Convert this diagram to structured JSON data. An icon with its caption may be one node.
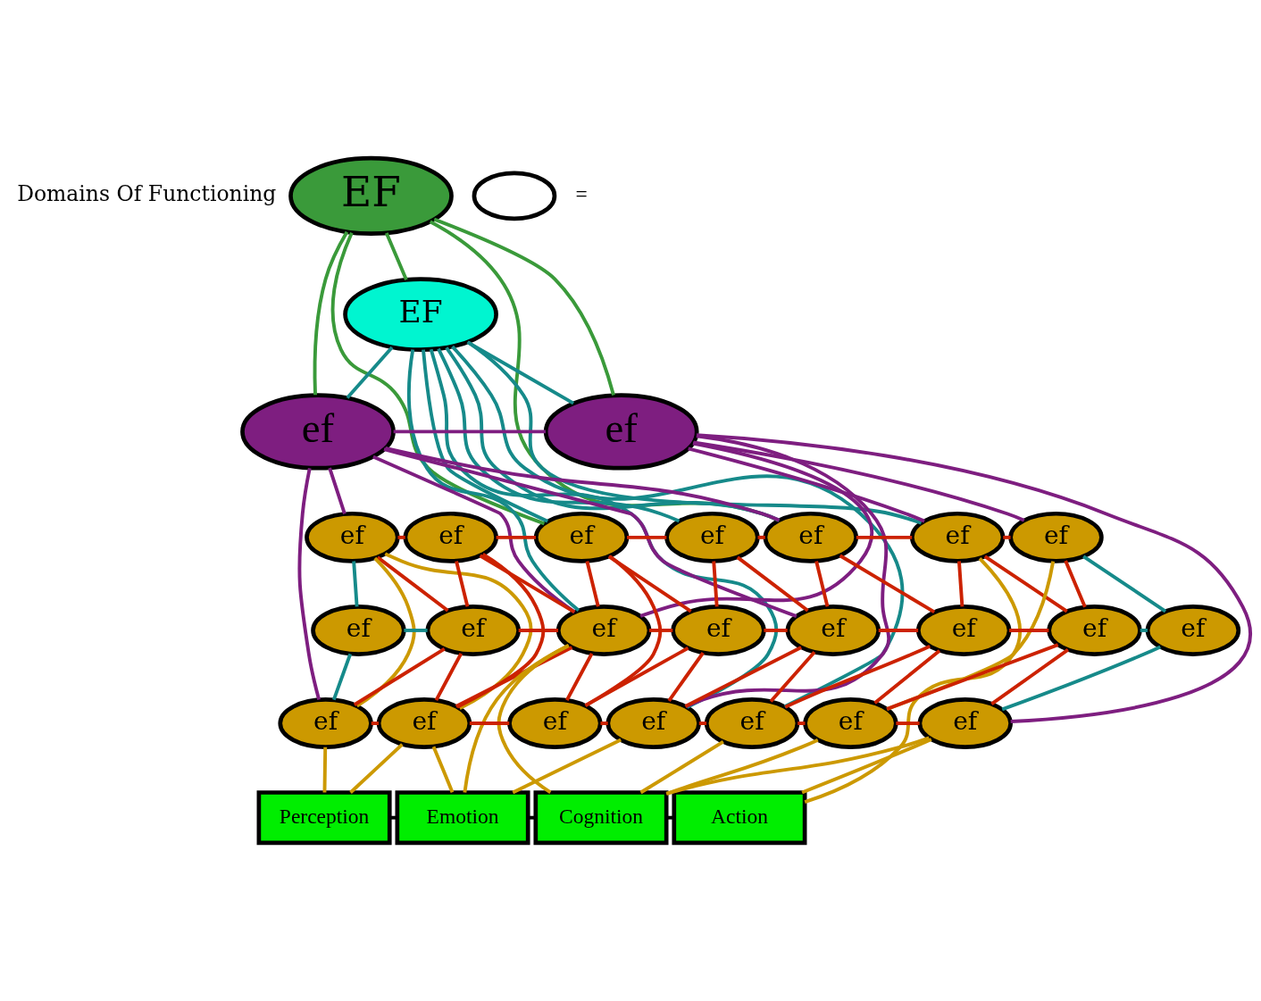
{
  "diagram": {
    "nodes": [
      {
        "text": [
          "EF"
        ]
      },
      {
        "text": [
          "EF"
        ]
      },
      {
        "text": [
          "ef"
        ]
      },
      {
        "text": [
          "ef"
        ]
      },
      {
        "text": [
          "ef"
        ]
      },
      {
        "text": [
          "ef"
        ]
      },
      {
        "text": [
          "ef"
        ]
      },
      {
        "text": [
          "ef"
        ]
      },
      {
        "text": [
          "ef"
        ]
      },
      {
        "text": [
          "ef"
        ]
      },
      {
        "text": [
          "ef"
        ]
      },
      {
        "text": [
          "ef"
        ]
      },
      {
        "text": [
          "ef"
        ]
      },
      {
        "text": [
          "ef"
        ]
      },
      {
        "text": [
          "ef"
        ]
      },
      {
        "text": [
          "ef"
        ]
      },
      {
        "text": [
          "ef"
        ]
      },
      {
        "text": [
          "ef"
        ]
      },
      {
        "text": [
          "ef"
        ]
      },
      {
        "text": [
          "ef"
        ]
      },
      {
        "text": [
          "ef"
        ]
      },
      {
        "text": [
          "ef"
        ]
      },
      {
        "text": [
          "ef"
        ]
      },
      {
        "text": [
          "ef"
        ]
      },
      {
        "text": [
          "ef"
        ]
      },
      {
        "text": [
          "ef"
        ]
      },
      {
        "text": [
          "Perception"
        ]
      },
      {
        "text": [
          "Emotion"
        ]
      },
      {
        "text": [
          "Cognition"
        ]
      },
      {
        "text": [
          "Action"
        ]
      },
      {
        "text": [],
        "shape": "ellipse",
        "beside": [
          "="
        ]
      }
    ],
    "edges": [
      {
        "from": 0,
        "to": 2,
        "arrow": "none",
        "color": "#3a9a3a"
      },
      {
        "from": 0,
        "to": 6,
        "arrow": "none",
        "color": "#3a9a3a"
      },
      {
        "from": 0,
        "to": 1,
        "arrow": "none",
        "color": "#3a9a3a"
      },
      {
        "from": 0,
        "to": 8,
        "arrow": "none",
        "color": "#3a9a3a"
      },
      {
        "from": 0,
        "to": 3,
        "arrow": "none",
        "color": "#3a9a3a"
      },
      {
        "from": 1,
        "to": 2,
        "arrow": "none",
        "color": "#168a8a"
      },
      {
        "from": 1,
        "to": 13,
        "arrow": "none",
        "color": "#168a8a"
      },
      {
        "from": 1,
        "to": 6,
        "arrow": "none",
        "color": "#168a8a"
      },
      {
        "from": 1,
        "to": 7,
        "arrow": "none",
        "color": "#168a8a"
      },
      {
        "from": 1,
        "to": 22,
        "arrow": "none",
        "color": "#168a8a"
      },
      {
        "from": 1,
        "to": 8,
        "arrow": "none",
        "color": "#168a8a"
      },
      {
        "from": 1,
        "to": 23,
        "arrow": "none",
        "color": "#168a8a"
      },
      {
        "from": 1,
        "to": 9,
        "arrow": "none",
        "color": "#168a8a"
      },
      {
        "from": 1,
        "to": 3,
        "arrow": "none",
        "color": "#168a8a"
      },
      {
        "from": 2,
        "to": 3,
        "arrow": "none",
        "color": "#7e1e80"
      },
      {
        "from": 2,
        "to": 4,
        "arrow": "none",
        "color": "#7e1e80"
      },
      {
        "from": 2,
        "to": 19,
        "arrow": "none",
        "color": "#7e1e80"
      },
      {
        "from": 2,
        "to": 13,
        "arrow": "none",
        "color": "#7e1e80"
      },
      {
        "from": 2,
        "to": 15,
        "arrow": "none",
        "color": "#7e1e80"
      },
      {
        "from": 2,
        "to": 8,
        "arrow": "none",
        "color": "#7e1e80"
      },
      {
        "from": 3,
        "to": 13,
        "arrow": "none",
        "color": "#7e1e80"
      },
      {
        "from": 3,
        "to": 22,
        "arrow": "none",
        "color": "#7e1e80"
      },
      {
        "from": 3,
        "to": 9,
        "arrow": "none",
        "color": "#7e1e80"
      },
      {
        "from": 3,
        "to": 10,
        "arrow": "none",
        "color": "#7e1e80"
      },
      {
        "from": 3,
        "to": 25,
        "arrow": "none",
        "color": "#7e1e80"
      },
      {
        "from": 4,
        "to": 5,
        "arrow": "none"
      },
      {
        "from": 5,
        "to": 6,
        "arrow": "none"
      },
      {
        "from": 6,
        "to": 7,
        "arrow": "none"
      },
      {
        "from": 7,
        "to": 8,
        "arrow": "none"
      },
      {
        "from": 8,
        "to": 9,
        "arrow": "none"
      },
      {
        "from": 9,
        "to": 10,
        "arrow": "none"
      },
      {
        "from": 11,
        "to": 12,
        "arrow": "none",
        "color": "#168a8a"
      },
      {
        "from": 12,
        "to": 13,
        "arrow": "none"
      },
      {
        "from": 13,
        "to": 14,
        "arrow": "none"
      },
      {
        "from": 14,
        "to": 15,
        "arrow": "none"
      },
      {
        "from": 15,
        "to": 16,
        "arrow": "none"
      },
      {
        "from": 16,
        "to": 17,
        "arrow": "none"
      },
      {
        "from": 17,
        "to": 18,
        "arrow": "none",
        "color": "#168a8a"
      },
      {
        "from": 19,
        "to": 20,
        "arrow": "none"
      },
      {
        "from": 20,
        "to": 21,
        "arrow": "none"
      },
      {
        "from": 21,
        "to": 22,
        "arrow": "none"
      },
      {
        "from": 22,
        "to": 23,
        "arrow": "none"
      },
      {
        "from": 23,
        "to": 24,
        "arrow": "none"
      },
      {
        "from": 24,
        "to": 25,
        "arrow": "none"
      },
      {
        "from": 4,
        "to": 11,
        "arrow": "none",
        "color": "#168a8a"
      },
      {
        "from": 4,
        "to": 12,
        "arrow": "none"
      },
      {
        "from": 5,
        "to": 12,
        "arrow": "none"
      },
      {
        "from": 5,
        "to": 20,
        "arrow": "none"
      },
      {
        "from": 5,
        "to": 13,
        "arrow": "none"
      },
      {
        "from": 6,
        "to": 13,
        "arrow": "none"
      },
      {
        "from": 6,
        "to": 21,
        "arrow": "none"
      },
      {
        "from": 6,
        "to": 14,
        "arrow": "none"
      },
      {
        "from": 7,
        "to": 14,
        "arrow": "none"
      },
      {
        "from": 7,
        "to": 15,
        "arrow": "none"
      },
      {
        "from": 8,
        "to": 15,
        "arrow": "none"
      },
      {
        "from": 8,
        "to": 16,
        "arrow": "none"
      },
      {
        "from": 9,
        "to": 16,
        "arrow": "none"
      },
      {
        "from": 9,
        "to": 17,
        "arrow": "none"
      },
      {
        "from": 10,
        "to": 17,
        "arrow": "none"
      },
      {
        "from": 10,
        "to": 18,
        "arrow": "none",
        "color": "#168a8a"
      },
      {
        "from": 11,
        "to": 19,
        "arrow": "none",
        "color": "#168a8a"
      },
      {
        "from": 12,
        "to": 19,
        "arrow": "none"
      },
      {
        "from": 12,
        "to": 20,
        "arrow": "none"
      },
      {
        "from": 13,
        "to": 20,
        "arrow": "none"
      },
      {
        "from": 13,
        "to": 21,
        "arrow": "none"
      },
      {
        "from": 14,
        "to": 21,
        "arrow": "none"
      },
      {
        "from": 14,
        "to": 22,
        "arrow": "none"
      },
      {
        "from": 15,
        "to": 22,
        "arrow": "none"
      },
      {
        "from": 15,
        "to": 23,
        "arrow": "none"
      },
      {
        "from": 16,
        "to": 23,
        "arrow": "none"
      },
      {
        "from": 16,
        "to": 24,
        "arrow": "none"
      },
      {
        "from": 17,
        "to": 24,
        "arrow": "none"
      },
      {
        "from": 17,
        "to": 25,
        "arrow": "none"
      },
      {
        "from": 18,
        "to": 25,
        "arrow": "none",
        "color": "#168a8a"
      },
      {
        "from": 4,
        "to": 19,
        "arrow": "none",
        "color": "#cc9900"
      },
      {
        "from": 4,
        "to": 20,
        "arrow": "none",
        "color": "#cc9900"
      },
      {
        "from": 10,
        "to": 24,
        "arrow": "none",
        "color": "#cc9900"
      },
      {
        "from": 19,
        "to": 26,
        "arrow": "none",
        "color": "#cc9900"
      },
      {
        "from": 20,
        "to": 26,
        "arrow": "none",
        "color": "#cc9900"
      },
      {
        "from": 20,
        "to": 27,
        "arrow": "none",
        "color": "#cc9900"
      },
      {
        "from": 13,
        "to": 27,
        "arrow": "none",
        "color": "#cc9900"
      },
      {
        "from": 22,
        "to": 27,
        "arrow": "none",
        "color": "#cc9900"
      },
      {
        "from": 13,
        "to": 28,
        "arrow": "none",
        "color": "#cc9900"
      },
      {
        "from": 23,
        "to": 28,
        "arrow": "none",
        "color": "#cc9900"
      },
      {
        "from": 24,
        "to": 28,
        "arrow": "none",
        "color": "#cc9900"
      },
      {
        "from": 25,
        "to": 28,
        "arrow": "none",
        "color": "#cc9900"
      },
      {
        "from": 9,
        "to": 29,
        "arrow": "none",
        "color": "#cc9900"
      },
      {
        "from": 25,
        "to": 29,
        "arrow": "none",
        "color": "#cc9900"
      },
      {
        "from": 26,
        "to": 27,
        "arrow": "none",
        "color": "#000000"
      },
      {
        "from": 27,
        "to": 28,
        "arrow": "none",
        "color": "#000000"
      },
      {
        "from": 28,
        "to": 29,
        "arrow": "none",
        "color": "#000000"
      }
    ],
    "labels": [
      "Domains Of Functioning"
    ]
  }
}
